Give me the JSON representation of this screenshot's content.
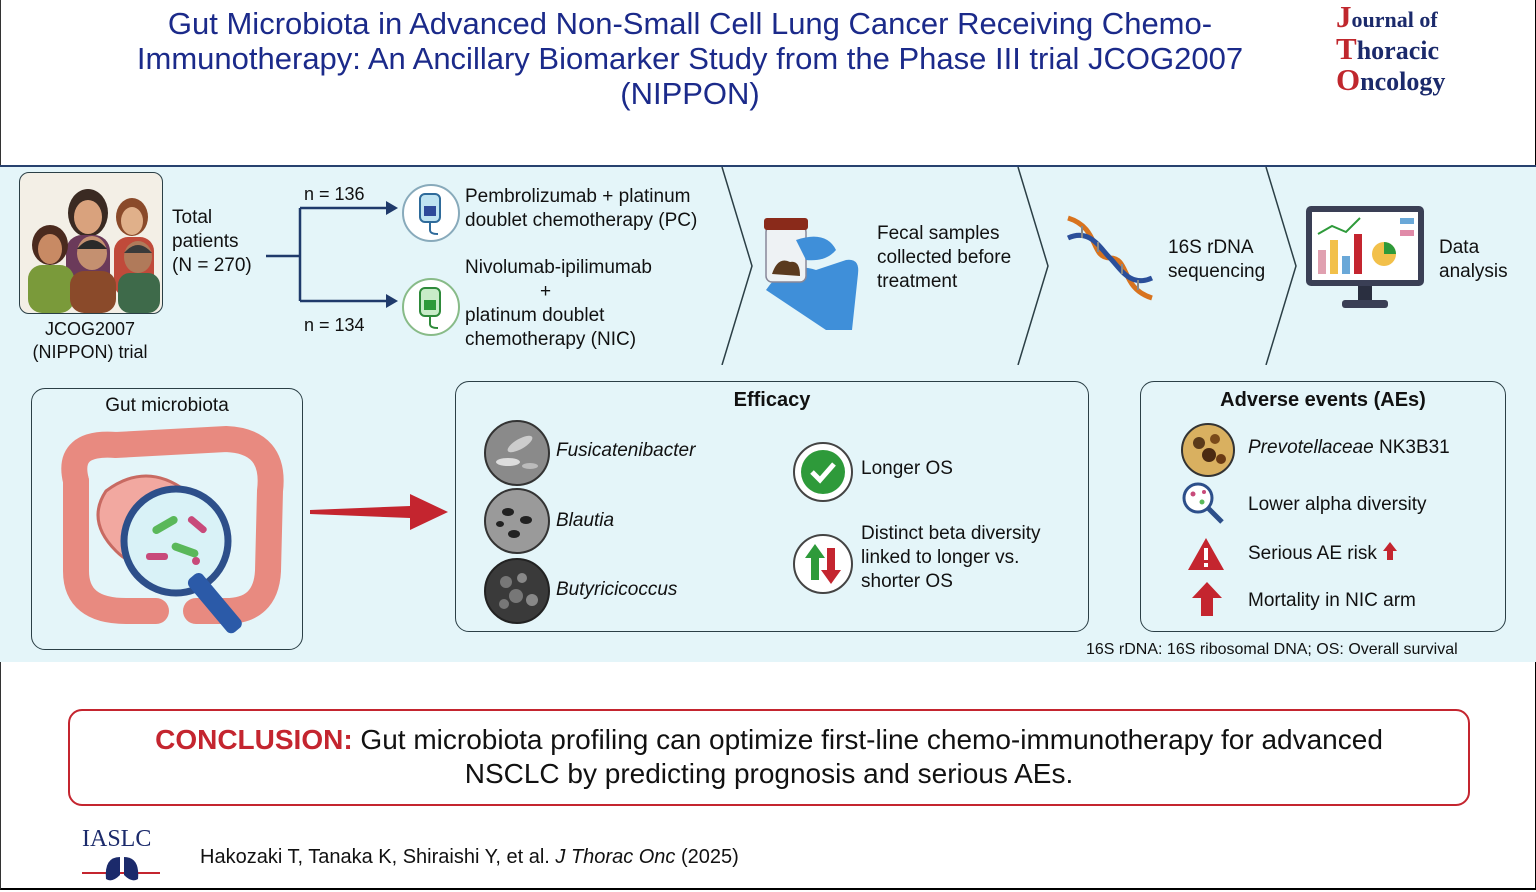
{
  "title": "Gut Microbiota in Advanced Non-Small Cell Lung Cancer Receiving Chemo-Immunotherapy: An Ancillary Biomarker Study from the Phase III trial JCOG2007 (NIPPON)",
  "journal": {
    "word1": "Journal",
    "word1_rest": "ournal of",
    "word2_rest": "horacic",
    "word3_rest": "ncology",
    "cap1": "J",
    "cap2": "T",
    "cap3": "O"
  },
  "design": {
    "trial_label_1": "JCOG2007",
    "trial_label_2": "(NIPPON) trial",
    "total_1": "Total",
    "total_2": "patients",
    "total_3": "(N = 270)",
    "arm1_n": "n = 136",
    "arm2_n": "n = 134",
    "arm1_1": "Pembrolizumab + platinum",
    "arm1_2": "doublet chemotherapy (PC)",
    "arm2_1": "Nivolumab-ipilimumab",
    "arm2_plus": "+",
    "arm2_2": "platinum doublet",
    "arm2_3": "chemotherapy (NIC)",
    "fecal_1": "Fecal samples",
    "fecal_2": "collected before",
    "fecal_3": "treatment",
    "seq_1": "16S rDNA",
    "seq_2": "sequencing",
    "data_1": "Data",
    "data_2": "analysis"
  },
  "gut": {
    "label": "Gut microbiota"
  },
  "efficacy": {
    "heading": "Efficacy",
    "taxa": [
      "Fusicatenibacter",
      "Blautia",
      "Butyricicoccus"
    ],
    "result1": "Longer OS",
    "result2_1": "Distinct beta diversity",
    "result2_2": "linked to longer vs.",
    "result2_3": "shorter OS"
  },
  "aes": {
    "heading": "Adverse events (AEs)",
    "item1_italic": "Prevotellaceae",
    "item1_rest": " NK3B31",
    "item2": "Lower alpha diversity",
    "item3": "Serious AE risk",
    "item4": "Mortality in NIC arm"
  },
  "footnote": "16S rDNA: 16S ribosomal DNA; OS: Overall survival",
  "conclusion": {
    "label": "CONCLUSION:",
    "text1": " Gut microbiota profiling can optimize first-line chemo-immunotherapy for advanced",
    "text2": "NSCLC by predicting prognosis and serious AEs."
  },
  "citation": {
    "authors": "Hakozaki T, Tanaka K, Shiraishi Y, et al. ",
    "journal": "J Thorac Onc",
    "year": " (2025)"
  },
  "society": "IASLC",
  "colors": {
    "title": "#1b2a8a",
    "accent_red": "#c4252f",
    "band": "#e4f5f9",
    "navy": "#27416f",
    "green": "#2e9a3a"
  }
}
